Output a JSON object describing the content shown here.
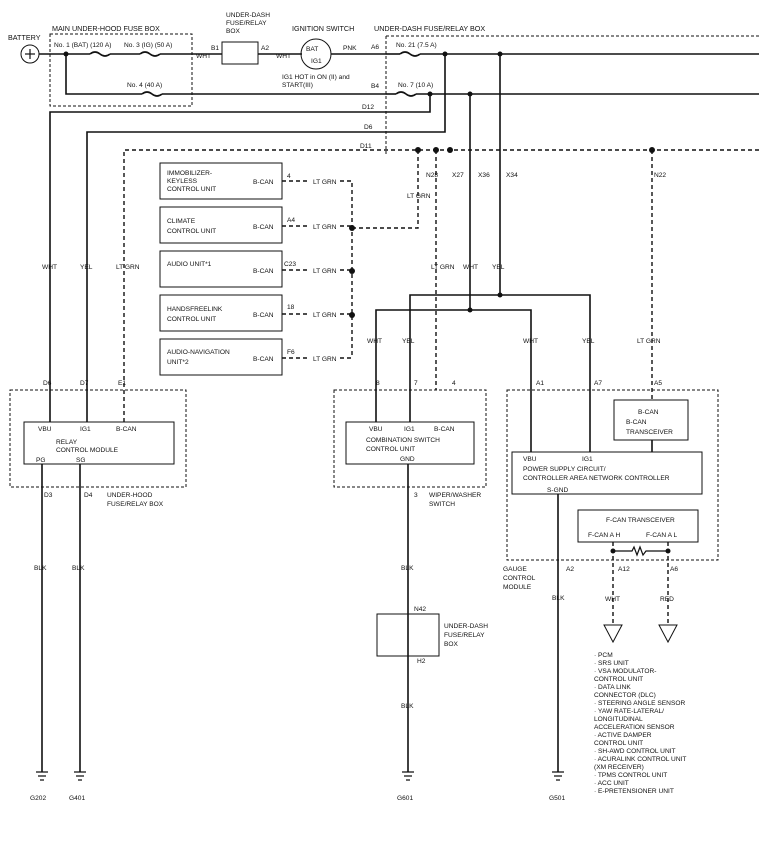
{
  "battery": "BATTERY",
  "main_fuse_box": {
    "title": "MAIN UNDER-HOOD FUSE BOX",
    "fuse1": "No. 1 (BAT) (120 A)",
    "fuse3": "No. 3 (IG) (50 A)",
    "fuse4": "No. 4 (40 A)"
  },
  "underdash_top": {
    "label1": "UNDER-DASH",
    "label2": "FUSE/RELAY",
    "label3": "BOX",
    "pin_in": "B1",
    "pin_out": "A2"
  },
  "ignition": {
    "title": "IGNITION SWITCH",
    "bat": "BAT",
    "ig1": "IG1",
    "note1": "IG1 HOT in ON (II) and",
    "note2": "START(III)"
  },
  "underdash_right": {
    "title": "UNDER-DASH FUSE/RELAY BOX",
    "fuse21": "No. 21 (7.5 A)",
    "fuse7": "No. 7 (10 A)",
    "pin_a6": "A6",
    "pin_b4": "B4",
    "pins": [
      "D12",
      "D6",
      "D11",
      "N28",
      "X27",
      "X36",
      "X34",
      "N22"
    ]
  },
  "wires": {
    "wht": "WHT",
    "pnk": "PNK",
    "yel": "YEL",
    "ltgrn": "LT GRN",
    "blk": "BLK",
    "red": "RED",
    "bcan": "B-CAN"
  },
  "can_units": [
    {
      "name1": "IMMOBILIZER-",
      "name2": "KEYLESS",
      "name3": "CONTROL UNIT",
      "pin": "4"
    },
    {
      "name1": "CLIMATE",
      "name2": "CONTROL UNIT",
      "name3": "",
      "pin": "A4"
    },
    {
      "name1": "AUDIO UNIT*1",
      "name2": "",
      "name3": "",
      "pin": "C23"
    },
    {
      "name1": "HANDSFREELINK",
      "name2": "CONTROL UNIT",
      "name3": "",
      "pin": "18"
    },
    {
      "name1": "AUDIO-NAVIGATION",
      "name2": "UNIT*2",
      "name3": "",
      "pin": "F6"
    }
  ],
  "relay_module": {
    "pins": [
      "D6",
      "D7",
      "E1"
    ],
    "terms": [
      "VBU",
      "IG1",
      "B-CAN"
    ],
    "name1": "RELAY",
    "name2": "CONTROL MODULE",
    "pg": "PG",
    "sg": "SG",
    "bottom_pins": [
      "D3",
      "D4"
    ],
    "box1": "UNDER-HOOD",
    "box2": "FUSE/RELAY BOX"
  },
  "combo_switch": {
    "pins": [
      "8",
      "7",
      "4"
    ],
    "terms": [
      "VBU",
      "IG1",
      "B-CAN"
    ],
    "name1": "COMBINATION SWITCH",
    "name2": "CONTROL UNIT",
    "gnd": "GND",
    "pin3": "3",
    "label1": "WIPER/WASHER",
    "label2": "SWITCH"
  },
  "underdash_bottom": {
    "label1": "UNDER-DASH",
    "label2": "FUSE/RELAY",
    "label3": "BOX",
    "pin_top": "N42",
    "pin_bottom": "H2"
  },
  "gauge": {
    "pins": [
      "A1",
      "A7",
      "A5"
    ],
    "bcan1": "B-CAN",
    "bcan2": "B-CAN",
    "bcan3": "TRANSCEIVER",
    "vbu": "VBU",
    "ig1": "IG1",
    "psc1": "POWER SUPPLY CIRCUIT/",
    "psc2": "CONTROLLER AREA NETWORK CONTROLLER",
    "sgnd": "S-GND",
    "fcan": "F-CAN TRANSCEIVER",
    "canh": "F-CAN A H",
    "canl": "F-CAN A L",
    "a2": "A2",
    "a12": "A12",
    "a6": "A6",
    "name1": "GAUGE",
    "name2": "CONTROL",
    "name3": "MODULE"
  },
  "fcan_list": [
    "· PCM",
    "· SRS UNIT",
    "· VSA MODULATOR-",
    "  CONTROL UNIT",
    "· DATA LINK",
    "  CONNECTOR (DLC)",
    "· STEERING ANGLE SENSOR",
    "· YAW RATE-LATERAL/",
    "  LONGITUDINAL",
    "  ACCELERATION SENSOR",
    "· ACTIVE DAMPER",
    "  CONTROL UNIT",
    "· SH-AWD CONTROL UNIT",
    "· ACURALINK CONTROL UNIT",
    "  (XM RECEIVER)",
    "· TPMS CONTROL UNIT",
    "· ACC UNIT",
    "· E-PRETENSIONER UNIT"
  ],
  "grounds": [
    "G202",
    "G401",
    "G601",
    "G501"
  ]
}
